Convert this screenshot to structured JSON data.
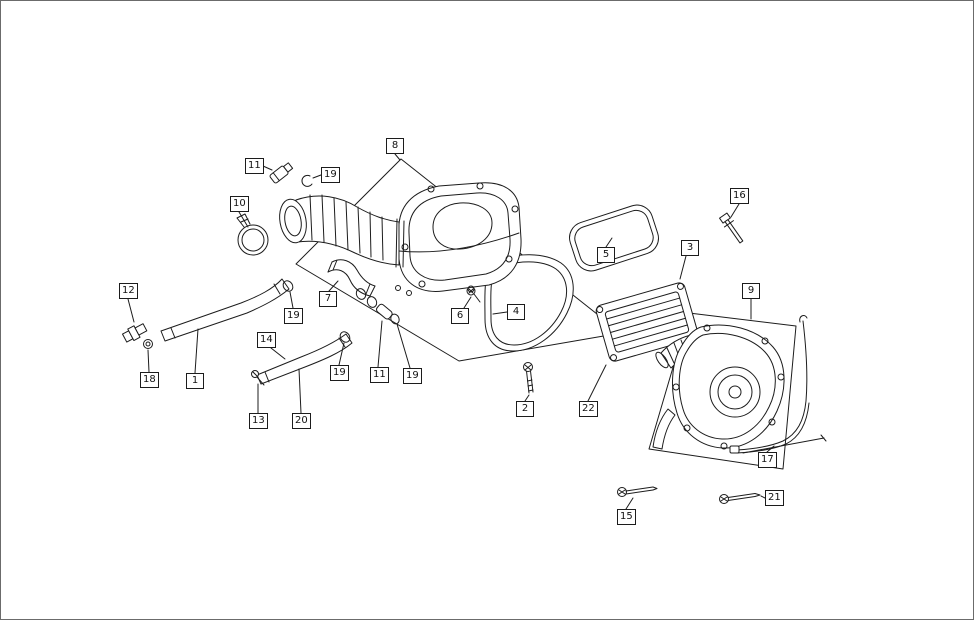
{
  "diagram": {
    "type": "exploded-parts-diagram",
    "subject": "air-box-and-transmission-cover-assembly",
    "background_color": "#ffffff",
    "line_color": "#1c1c1c",
    "labels": [
      {
        "text": "8"
      },
      {
        "text": "11"
      },
      {
        "text": "19"
      },
      {
        "text": "10"
      },
      {
        "text": "16"
      },
      {
        "text": "3"
      },
      {
        "text": "5"
      },
      {
        "text": "9"
      },
      {
        "text": "12"
      },
      {
        "text": "7"
      },
      {
        "text": "19"
      },
      {
        "text": "6"
      },
      {
        "text": "4"
      },
      {
        "text": "14"
      },
      {
        "text": "19"
      },
      {
        "text": "11"
      },
      {
        "text": "19"
      },
      {
        "text": "18"
      },
      {
        "text": "1"
      },
      {
        "text": "13"
      },
      {
        "text": "20"
      },
      {
        "text": "2"
      },
      {
        "text": "22"
      },
      {
        "text": "17"
      },
      {
        "text": "21"
      },
      {
        "text": "15"
      }
    ]
  }
}
